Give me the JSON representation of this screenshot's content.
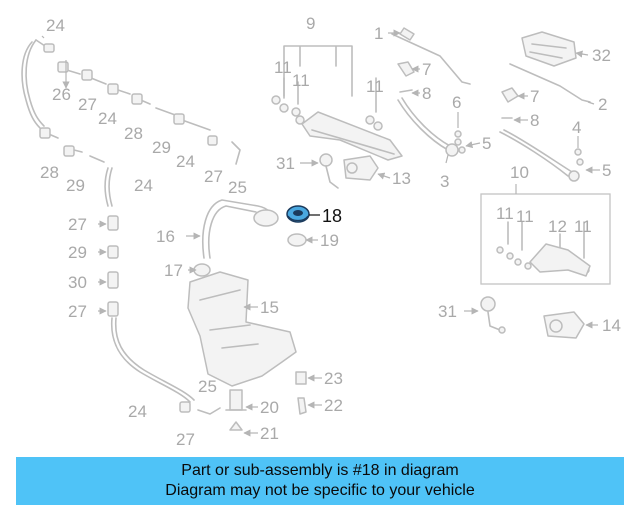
{
  "labels": {
    "l24a": "24",
    "l26": "26",
    "l27a": "27",
    "l24b": "24",
    "l28a": "28",
    "l29a": "29",
    "l24c": "24",
    "l28b": "28",
    "l29b": "29",
    "l24d": "24",
    "l27b": "27",
    "l25a": "25",
    "l27c": "27",
    "l29c": "29",
    "l30": "30",
    "l27d": "27",
    "l24e": "24",
    "l27e": "27",
    "l9": "9",
    "l11a": "11",
    "l11b": "11",
    "l11c": "11",
    "l31a": "31",
    "l13": "13",
    "l1": "1",
    "l7a": "7",
    "l8a": "8",
    "l3": "3",
    "l6": "6",
    "l5a": "5",
    "l32": "32",
    "l2": "2",
    "l7b": "7",
    "l8b": "8",
    "l4": "4",
    "l5b": "5",
    "l10": "10",
    "l11d": "11",
    "l11e": "11",
    "l12": "12",
    "l11f": "11",
    "l31b": "31",
    "l14": "14",
    "l16": "16",
    "l18": "18",
    "l19": "19",
    "l17": "17",
    "l15": "15",
    "l23": "23",
    "l22": "22",
    "l25b": "25",
    "l20": "20",
    "l21": "21"
  },
  "highlight_color": "#4aa8e0",
  "banner": {
    "line1": "Part or sub-assembly is #18 in diagram",
    "line2": "Diagram may not be specific to your vehicle",
    "background": "#4fc3f7"
  }
}
